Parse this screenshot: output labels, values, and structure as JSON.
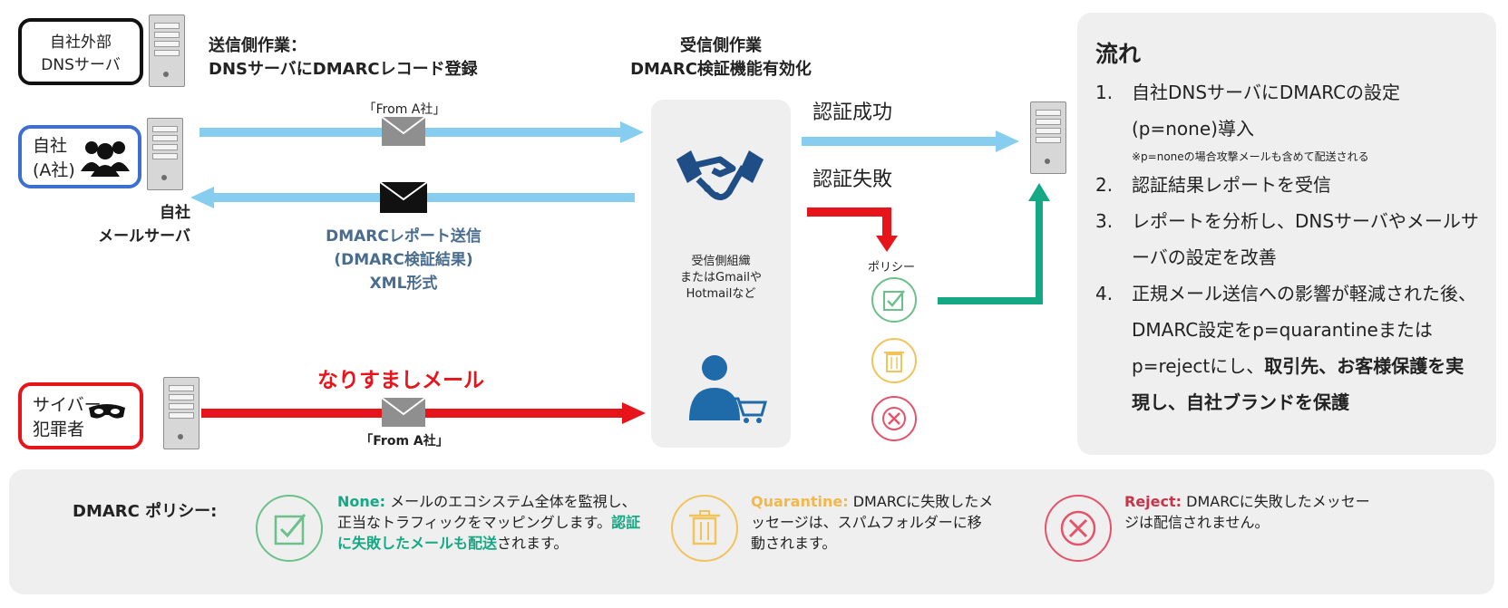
{
  "left": {
    "dns_box": {
      "line1": "自社外部",
      "line2": "DNSサーバ"
    },
    "self_box": {
      "line1": "自社",
      "line2": "(A社)"
    },
    "self_server_label": {
      "line1": "自社",
      "line2": "メールサーバ"
    },
    "cyber_box": {
      "line1": "サイバー",
      "line2": "犯罪者"
    }
  },
  "sender_task": {
    "line1": "送信側作業：",
    "line2": "DNSサーバにDMARCレコード登録"
  },
  "receiver_task": {
    "line1": "受信側作業",
    "line2": "DMARC検証機能有効化"
  },
  "mail_from_top": "「From A社」",
  "mail_from_bottom": "「From A社」",
  "report": {
    "line1": "DMARCレポート送信",
    "line2": "(DMARC検証結果)",
    "line3": "XML形式"
  },
  "spoof_label": "なりすましメール",
  "receiver_box": {
    "line1": "受信側組織",
    "line2": "またはGmailや",
    "line3": "Hotmailなど"
  },
  "auth_success": "認証成功",
  "auth_fail": "認証失敗",
  "policy_label": "ポリシー",
  "flow": {
    "title": "流れ",
    "items": [
      {
        "num": "1.",
        "text": "自社DNSサーバにDMARCの設定(p=none)導入",
        "note": "※p=noneの場合攻撃メールも含めて配送される"
      },
      {
        "num": "2.",
        "text": "認証結果レポートを受信"
      },
      {
        "num": "3.",
        "text": "レポートを分析し、DNSサーバやメールサーバの設定を改善"
      },
      {
        "num": "4.",
        "text_plain": "正規メール送信への影響が軽減された後、DMARC設定をp=quarantineまたはp=rejectにし、",
        "text_bold": "取引先、お客様保護を実現し、自社ブランドを保護"
      }
    ]
  },
  "policy": {
    "heading": "DMARC ポリシー:",
    "none": {
      "name": "None:",
      "text1": " メールのエコシステム全体を監視し、正当なトラフィックをマッピングします。",
      "text2": "認証に失敗したメールも配送",
      "text3": "されます。"
    },
    "quarantine": {
      "name": "Quarantine:",
      "text": " DMARCに失敗したメッセージは、スパムフォルダーに移動されます。"
    },
    "reject": {
      "name": "Reject:",
      "text": " DMARCに失敗したメッセージは配信されません。"
    }
  },
  "colors": {
    "light_blue": "#87cdf0",
    "red": "#e8141c",
    "green": "#14a885",
    "orange": "#f2c35a",
    "rose": "#e3536a",
    "navy": "#1f4e86",
    "report_text": "#4a6c8e"
  }
}
